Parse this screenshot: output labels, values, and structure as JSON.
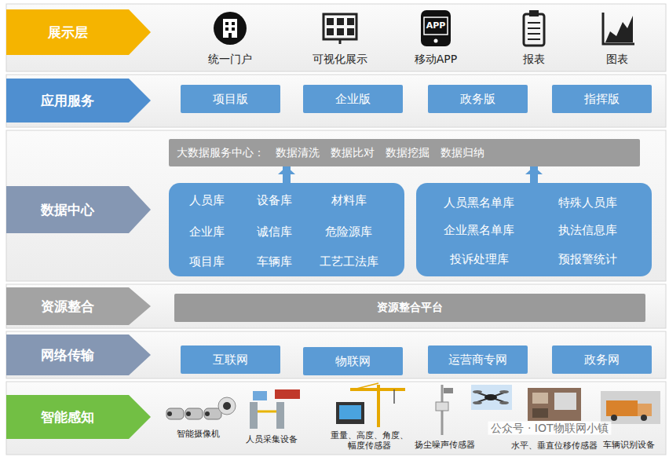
{
  "diagram": {
    "nodes": [
      {
        "text": [
          "展示层"
        ]
      },
      {
        "text": [
          "应用服务"
        ]
      },
      {
        "text": [
          "项目版"
        ]
      },
      {
        "text": [
          "企业版"
        ]
      },
      {
        "text": [
          "政务版"
        ]
      },
      {
        "text": [
          "指挥版"
        ]
      },
      {
        "text": [
          "数据中心"
        ]
      },
      {
        "text": [
          "大数据服务中心：",
          "数据清洗",
          "数据比对",
          "数据挖掘",
          "数据归纳"
        ]
      },
      {
        "text": [
          "人员库",
          "设备库",
          "材料库",
          "企业库",
          "诚信库",
          "危险源库",
          "项目库",
          "车辆库",
          "工艺工法库"
        ]
      },
      {
        "text": [
          "人员黑名单库",
          "特殊人员库",
          "企业黑名单库",
          "执法信息库",
          "投诉处理库",
          "预报警统计"
        ]
      },
      {
        "text": [
          "资源整合"
        ]
      },
      {
        "text": [
          "资源整合平台"
        ]
      },
      {
        "text": [
          "网络传输"
        ]
      },
      {
        "text": [
          "互联网"
        ]
      },
      {
        "text": [
          "物联网"
        ]
      },
      {
        "text": [
          "运营商专网"
        ]
      },
      {
        "text": [
          "政务网"
        ]
      },
      {
        "text": [
          "智能感知"
        ]
      }
    ],
    "edges": [
      {
        "from": 8,
        "to": 7,
        "arrow": "to"
      },
      {
        "from": 9,
        "to": 7,
        "arrow": "to"
      }
    ],
    "labels": [
      "统一门户",
      "可视化展示",
      "APP",
      "移动APP",
      "报表",
      "图表",
      "智能摄像机",
      "人员采集设备",
      "重量、高度、角度、幅度传感器",
      "扬尘噪声传感器",
      "水平、垂直位移传感器",
      "车辆识别设备",
      "公众号 · IOT物联网小镇"
    ]
  }
}
